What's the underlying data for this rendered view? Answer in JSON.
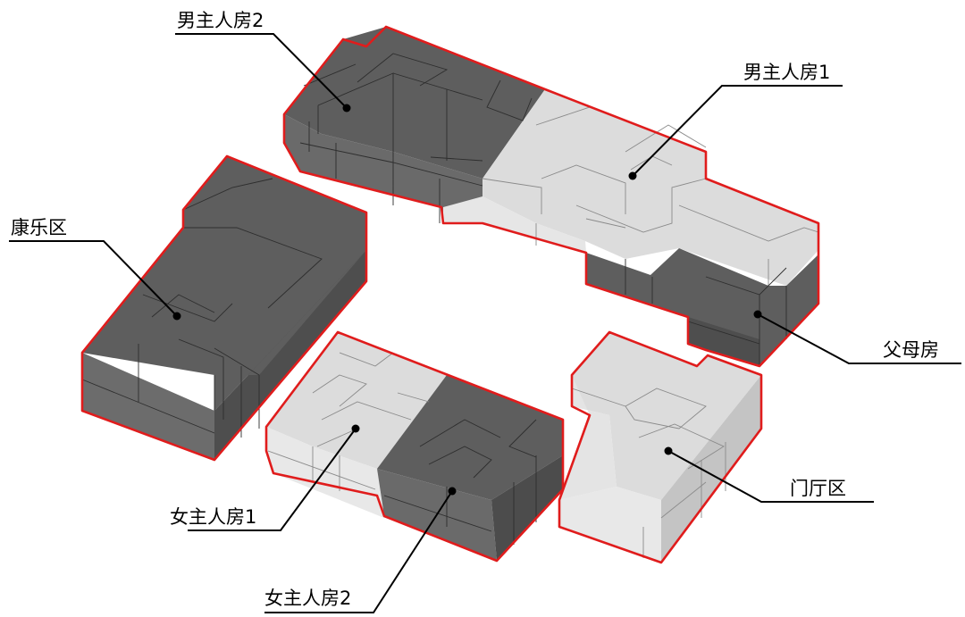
{
  "labels": {
    "male_master_2": "男主人房2",
    "male_master_1": "男主人房1",
    "recreation": "康乐区",
    "parents": "父母房",
    "female_master_1": "女主人房1",
    "female_master_2": "女主人房2",
    "lobby": "门厅区"
  },
  "colors": {
    "dark_top": "#5e5e5e",
    "dark_left": "#6e6e6e",
    "dark_right": "#4c4c4c",
    "light_top": "#dcdcdc",
    "light_left": "#e8e8e8",
    "light_right": "#c6c6c6",
    "outline": "#e01c1c"
  }
}
